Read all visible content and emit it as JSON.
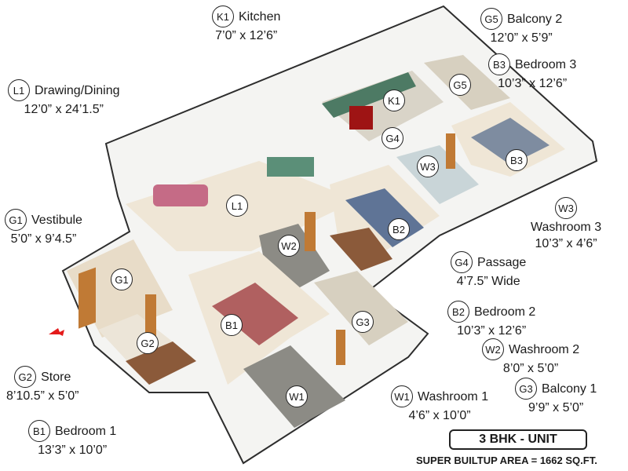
{
  "rooms": [
    {
      "id": "kitchen",
      "code": "K1",
      "name": "Kitchen",
      "dim": "7’0” x 12’6”"
    },
    {
      "id": "balcony2",
      "code": "G5",
      "name": "Balcony 2",
      "dim": "12’0” x 5’9”"
    },
    {
      "id": "bedroom3",
      "code": "B3",
      "name": "Bedroom 3",
      "dim": "10’3” x 12’6”"
    },
    {
      "id": "drawing",
      "code": "L1",
      "name": "Drawing/Dining",
      "dim": "12’0” x 24’1.5”"
    },
    {
      "id": "vestibule",
      "code": "G1",
      "name": "Vestibule",
      "dim": "5’0” x 9’4.5”"
    },
    {
      "id": "washroom3",
      "code": "W3",
      "name": "Washroom 3",
      "dim": "10’3” x 4’6”"
    },
    {
      "id": "passage",
      "code": "G4",
      "name": "Passage",
      "dim": "4’7.5” Wide"
    },
    {
      "id": "bedroom2",
      "code": "B2",
      "name": "Bedroom 2",
      "dim": "10’3” x 12’6”"
    },
    {
      "id": "washroom2",
      "code": "W2",
      "name": "Washroom 2",
      "dim": "8’0” x 5’0”"
    },
    {
      "id": "store",
      "code": "G2",
      "name": "Store",
      "dim": "8’10.5” x 5’0”"
    },
    {
      "id": "washroom1",
      "code": "W1",
      "name": "Washroom 1",
      "dim": "4’6” x 10’0”"
    },
    {
      "id": "balcony1",
      "code": "G3",
      "name": "Balcony 1",
      "dim": "9’9” x 5’0”"
    },
    {
      "id": "bedroom1",
      "code": "B1",
      "name": "Bedroom 1",
      "dim": "13’3” x 10’0”"
    }
  ],
  "plan_markers": [
    "K1",
    "G5",
    "B3",
    "G4",
    "W3",
    "L1",
    "B2",
    "W2",
    "G1",
    "B1",
    "G3",
    "G2",
    "W1"
  ],
  "unit_title": "3 BHK - UNIT",
  "area_text": "SUPER BUILTUP AREA = 1662 SQ.FT.",
  "colors": {
    "floor_tile": "#efe6d6",
    "wall": "#f4f4f2",
    "wall_top": "#333333",
    "wood": "#c07a35",
    "bed_cover": "#b06060",
    "checker": "#8c8b85",
    "entry_arrow": "#e41b1b"
  }
}
